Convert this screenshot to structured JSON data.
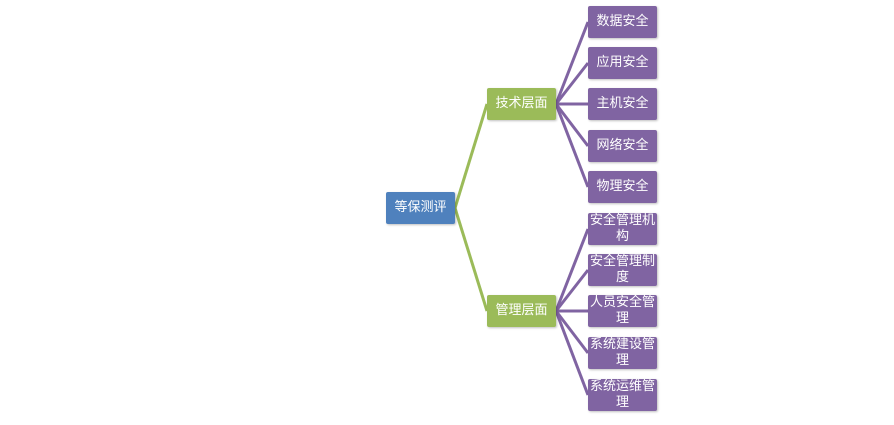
{
  "root": {
    "label": "等保测评"
  },
  "colors": {
    "root": "#4f81bd",
    "branch": "#9bbb59",
    "leaf": "#8064a2",
    "branch_line": "#9bbb59",
    "leaf_line": "#8064a2"
  },
  "branches": [
    {
      "label": "技术层面",
      "leaves": [
        "数据安全",
        "应用安全",
        "主机安全",
        "网络安全",
        "物理安全"
      ]
    },
    {
      "label": "管理层面",
      "leaves": [
        "安全管理机构",
        "安全管理制度",
        "人员安全管理",
        "系统建设管理",
        "系统运维管理"
      ]
    }
  ]
}
